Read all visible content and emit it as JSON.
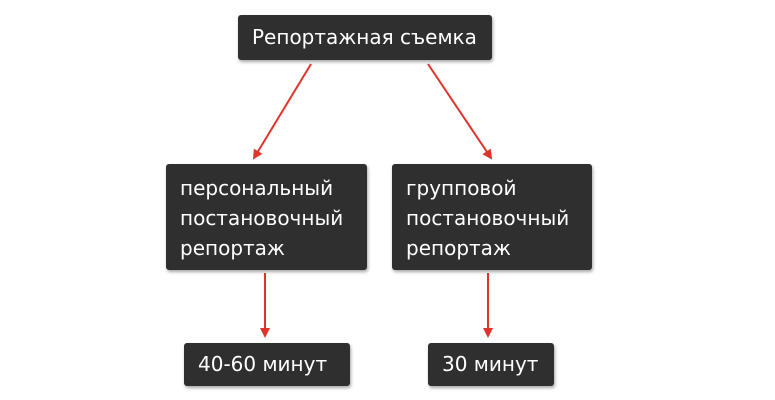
{
  "diagram": {
    "root": {
      "label": "Репортажная съемка"
    },
    "branches": [
      {
        "label": "персональный\nпостановочный\nрепортаж",
        "duration": "40-60 минут"
      },
      {
        "label": "групповой\nпостановочный\nрепортаж",
        "duration": "30 минут"
      }
    ]
  },
  "colors": {
    "box_fill": "#2f2f2f",
    "box_text": "#ffffff",
    "arrow": "#e0342b"
  }
}
